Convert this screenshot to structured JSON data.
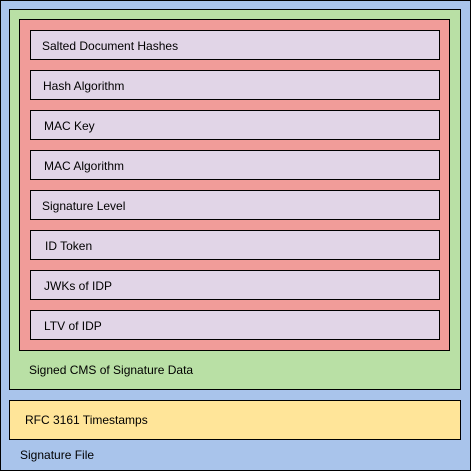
{
  "colors": {
    "signature_file_fill": "#a9c4eb",
    "signed_cms_fill": "#b9e0a5",
    "signature_data_fill": "#f19c99",
    "field_fill": "#e1d5e7",
    "timestamps_fill": "#ffe599",
    "stroke": "#000000"
  },
  "signature_file": {
    "label": "Signature File"
  },
  "signed_cms": {
    "label": "Signed CMS of Signature Data"
  },
  "timestamps": {
    "label": "RFC 3161 Timestamps"
  },
  "fields": [
    {
      "label": "Salted Document Hashes"
    },
    {
      "label": "Hash Algorithm"
    },
    {
      "label": "MAC Key"
    },
    {
      "label": "MAC Algorithm"
    },
    {
      "label": "Signature Level"
    },
    {
      "label": "ID Token"
    },
    {
      "label": "JWKs of IDP"
    },
    {
      "label": "LTV of IDP"
    }
  ]
}
